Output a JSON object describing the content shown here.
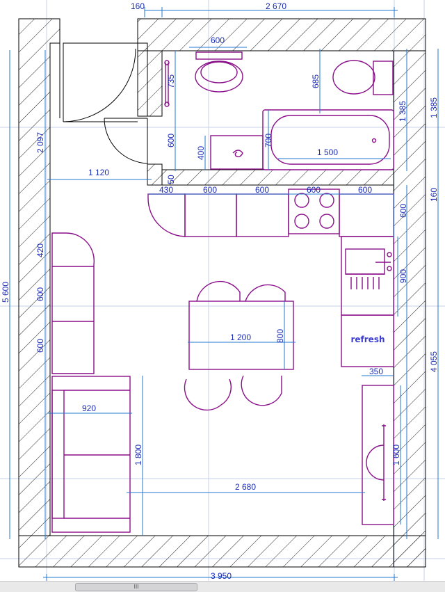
{
  "colors": {
    "wall_line": "#000000",
    "furniture": "#8a0f8a",
    "dimension": "#2277cc",
    "grid": "#c8d2e8",
    "text": "#1a2bb5"
  },
  "dimensions": {
    "top_160": "160",
    "top_2670": "2 670",
    "bottom_3950": "3 950",
    "left_5600": "5 600",
    "left_2097": "2 097",
    "left_420": "420",
    "left_600a": "600",
    "left_600b": "600",
    "right_1385": "1 385",
    "right_160": "160",
    "right_4055": "4 055",
    "right_1385_inner": "1 385",
    "toilet_600": "600",
    "toilet_735": "735",
    "wc_685": "685",
    "sink_600": "600",
    "sink_400": "400",
    "bath_700": "700",
    "bath_1500": "1 500",
    "wall_50": "50",
    "hall_1120": "1 120",
    "kitchen_430": "430",
    "kitchen_600a": "600",
    "kitchen_600b": "600",
    "kitchen_600c": "600",
    "kitchen_600d": "600",
    "side_600": "600",
    "side_900": "900",
    "table_1200": "1 200",
    "table_800": "800",
    "sofa_920": "920",
    "sofa_1800": "1 800",
    "room_2680": "2 680",
    "tv_350": "350",
    "tv_1600": "1 600"
  },
  "refresh": {
    "label": "refresh"
  },
  "scrollbar": {
    "grip": "III"
  }
}
